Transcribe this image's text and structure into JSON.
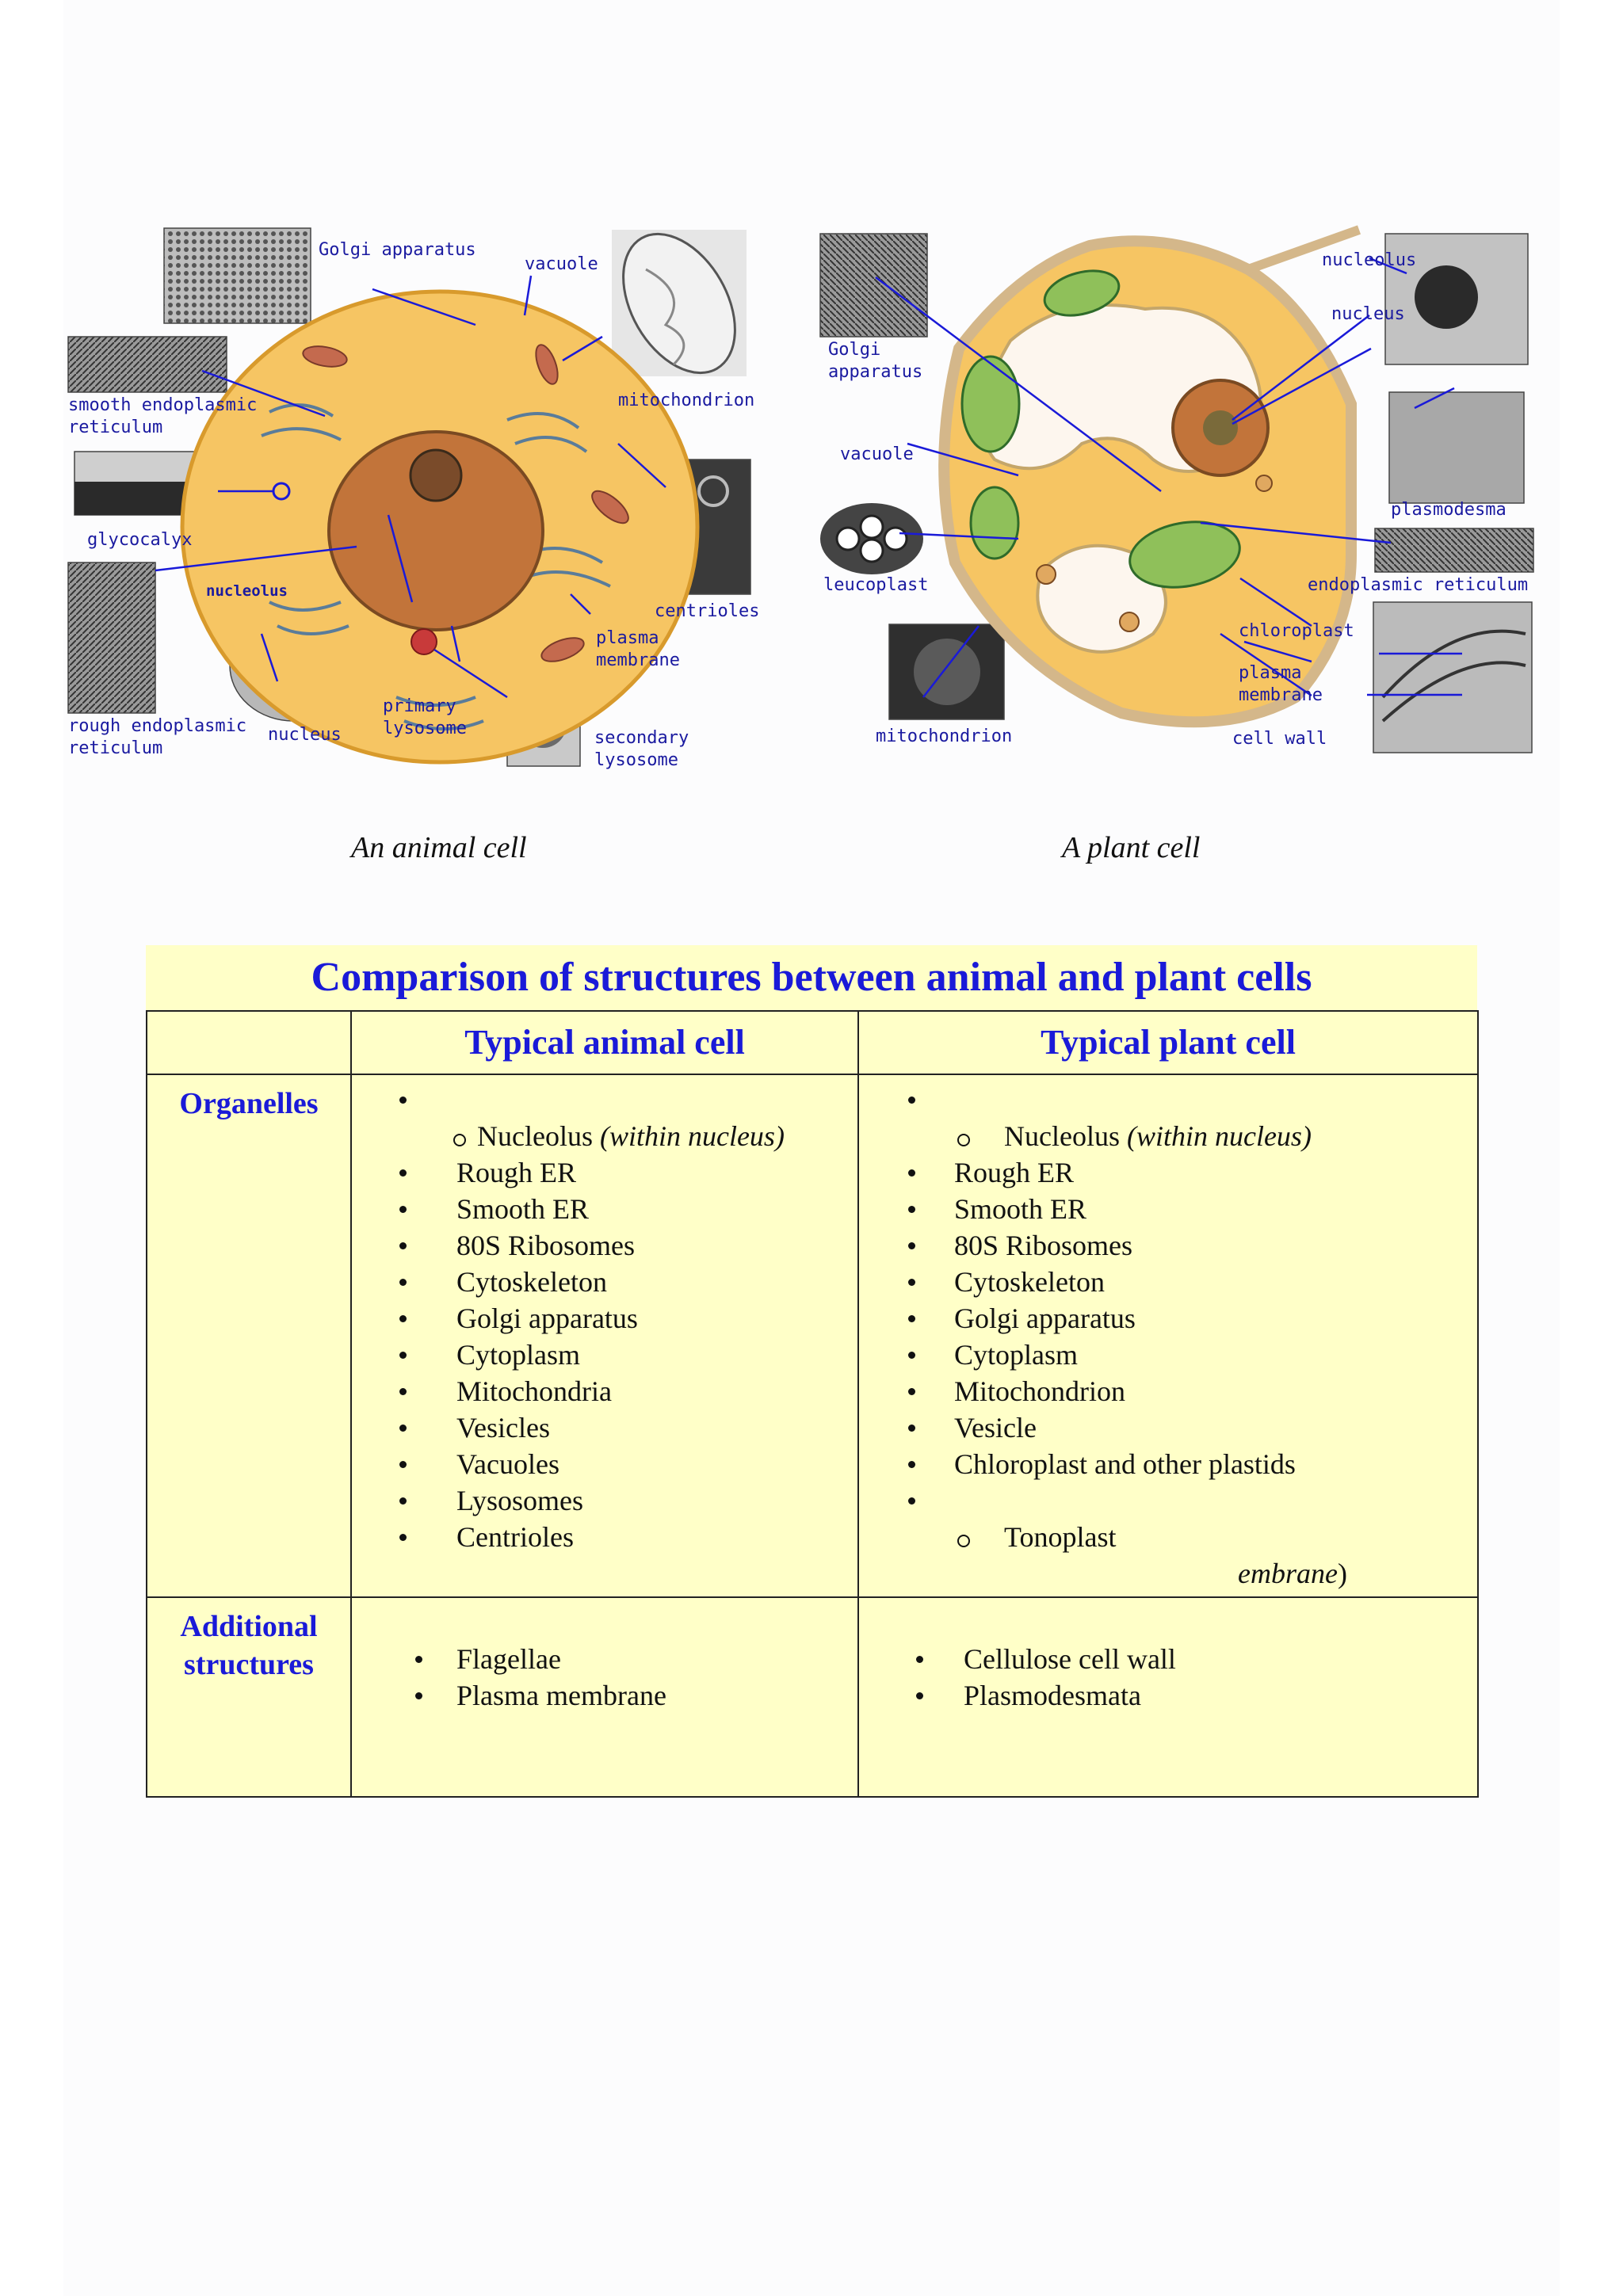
{
  "figures": {
    "animal": {
      "caption": "An animal cell",
      "labels": {
        "golgi": "Golgi apparatus",
        "vacuole": "vacuole",
        "smooth_er_1": "smooth endoplasmic",
        "smooth_er_2": "reticulum",
        "mitochondrion": "mitochondrion",
        "glycocalyx": "glycocalyx",
        "nucleolus": "nucleolus",
        "centrioles": "centrioles",
        "plasma_1": "plasma",
        "plasma_2": "membrane",
        "rough_er_1": "rough endoplasmic",
        "rough_er_2": "reticulum",
        "nucleus": "nucleus",
        "primary_1": "primary",
        "primary_2": "lysosome",
        "secondary_1": "secondary",
        "secondary_2": "lysosome"
      }
    },
    "plant": {
      "caption": "A plant cell",
      "labels": {
        "nucleolus": "nucleolus",
        "nucleus": "nucleus",
        "golgi_1": "Golgi",
        "golgi_2": "apparatus",
        "vacuole": "vacuole",
        "plasmodesma": "plasmodesma",
        "leucoplast": "leucoplast",
        "er": "endoplasmic reticulum",
        "chloroplast": "chloroplast",
        "plasma_1": "plasma",
        "plasma_2": "membrane",
        "mitochondrion": "mitochondrion",
        "cell_wall": "cell wall"
      }
    }
  },
  "table": {
    "title": "Comparison of structures between animal and plant cells",
    "col_animal": "Typical animal cell",
    "col_plant": "Typical plant cell",
    "row_organelles": "Organelles",
    "row_additional_1": "Additional",
    "row_additional_2": "structures",
    "animal_organelles": {
      "nucleolus": "Nucleolus",
      "nucleolus_note": "(within nucleus)",
      "items": [
        "Rough ER",
        "Smooth ER",
        "80S Ribosomes",
        "Cytoskeleton",
        "Golgi apparatus",
        "Cytoplasm",
        "Mitochondria",
        "Vesicles",
        "Vacuoles",
        "Lysosomes",
        "Centrioles"
      ]
    },
    "plant_organelles": {
      "nucleolus": "Nucleolus",
      "nucleolus_note": "(within nucleus)",
      "items": [
        "Rough ER",
        "Smooth ER",
        "80S Ribosomes",
        "Cytoskeleton",
        "Golgi apparatus",
        "Cytoplasm",
        "Mitochondrion",
        "Vesicle",
        "Chloroplast and other plastids"
      ],
      "tonoplast": "Tonoplast",
      "trailing_fragment": "embrane",
      "trailing_paren": ")"
    },
    "animal_additional": [
      "Flagellae",
      "Plasma membrane"
    ],
    "plant_additional": [
      "Cellulose cell wall",
      "Plasmodesmata"
    ]
  }
}
